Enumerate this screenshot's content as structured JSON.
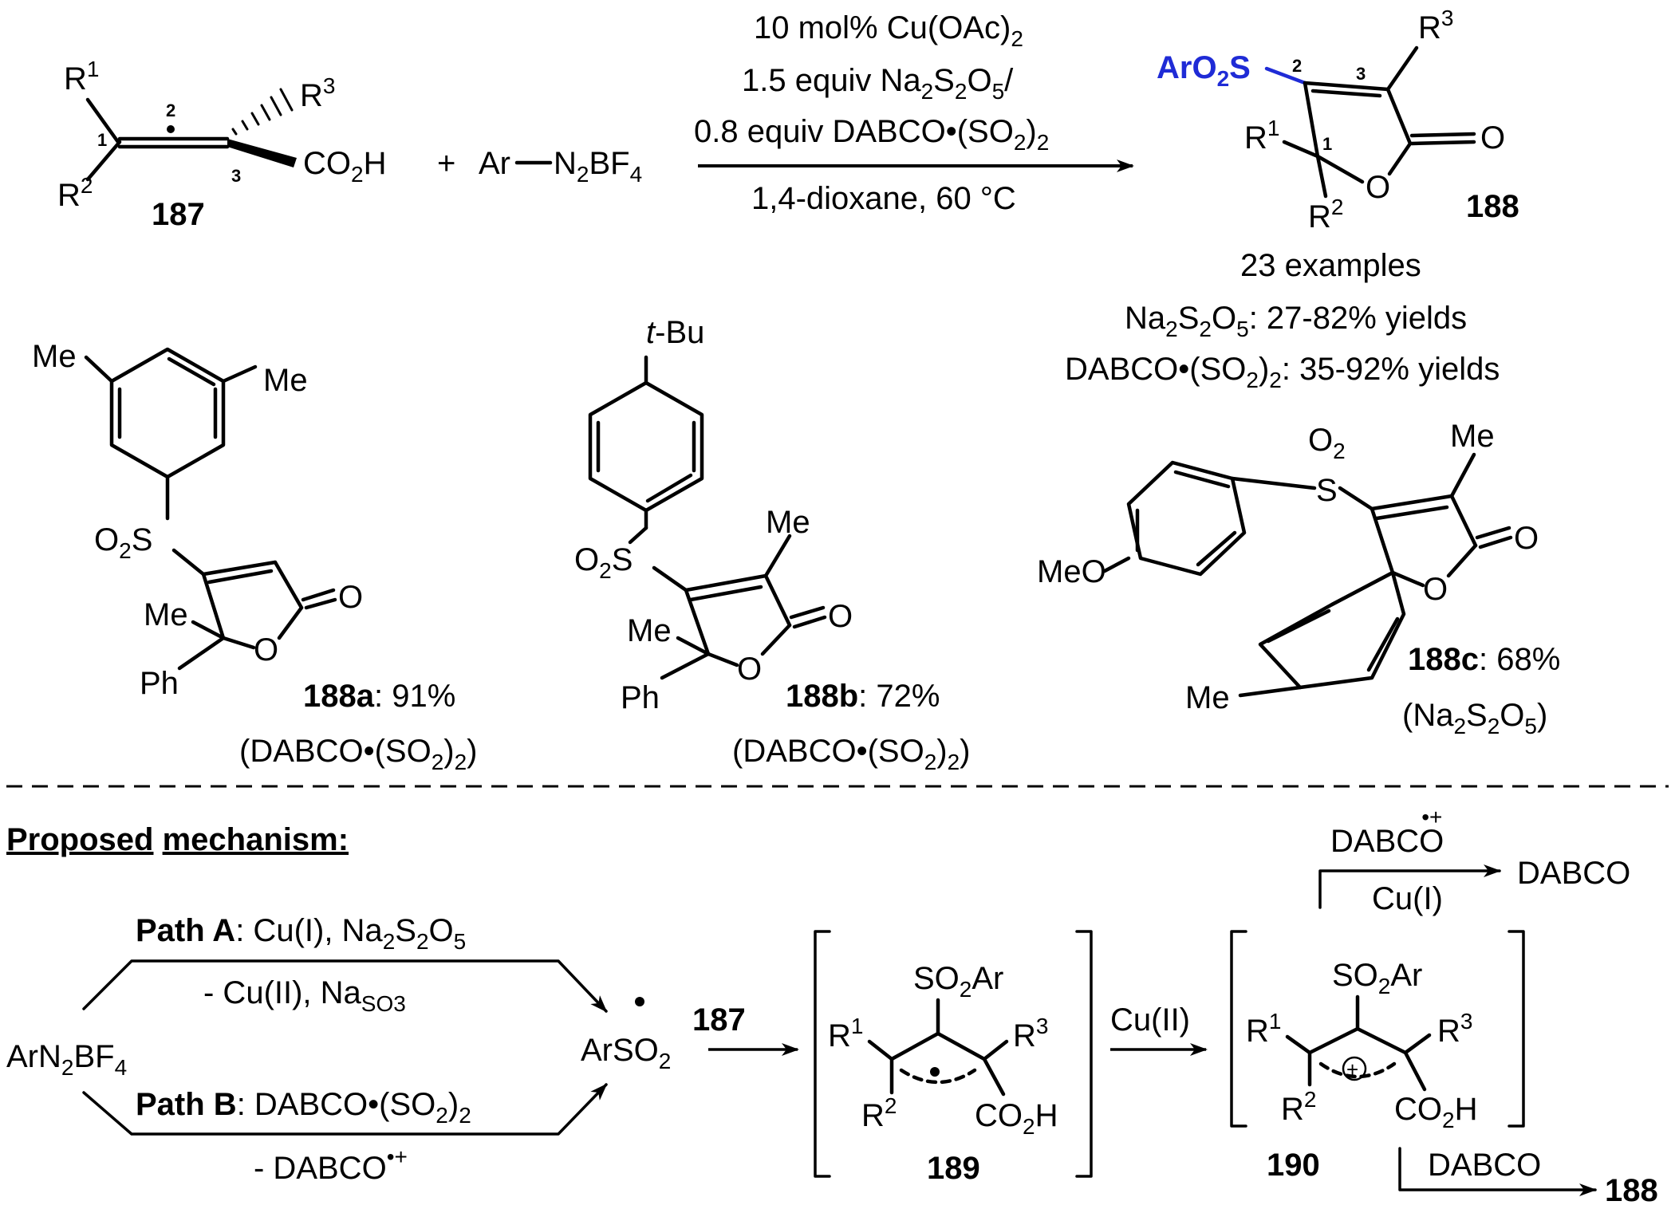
{
  "reaction": {
    "conditions": [
      "10 mol% Cu(OAc)",
      "1.5 equiv Na",
      "0.8 equiv DABCO•(SO",
      "1,4-dioxane, 60 °C"
    ],
    "reagent": "Ar–N2BF4",
    "plus": "+",
    "start_compound": "187",
    "product_compound": "188",
    "product_group": "ArO2S",
    "examples": "23 examples",
    "yield_na": ": 27-82% yields",
    "yield_dabco": ": 35-92% yields"
  },
  "examples": [
    {
      "label": "188a",
      "yield": ": 91%",
      "conditions": "(DABCO•(SO2)2)"
    },
    {
      "label": "188b",
      "yield": ": 72%",
      "conditions": "(DABCO•(SO2)2)"
    },
    {
      "label": "188c",
      "yield": ": 68%",
      "conditions": "(Na2S2O5)"
    }
  ],
  "mechanism": {
    "heading_1": "Proposed",
    "heading_2": "mechanism:",
    "path_a_label": "Path A",
    "path_a_reagents": ": Cu(I), Na",
    "path_a_byproducts": "- Cu(II), Na",
    "path_b_label": "Path B",
    "path_b_reagents": ": DABCO•(SO",
    "path_b_byproduct": "- DABCO",
    "start": "ArN2BF4",
    "radical": "ArSO2",
    "step1_reagent": "187",
    "intermediate_1": "189",
    "step2_reagent": "Cu(II)",
    "intermediate_2": "190",
    "top_reagent_1": "DABCO",
    "top_reagent_2": "Cu(I)",
    "top_product": "DABCO",
    "final_reagent": "DABCO",
    "final_product": "188"
  }
}
